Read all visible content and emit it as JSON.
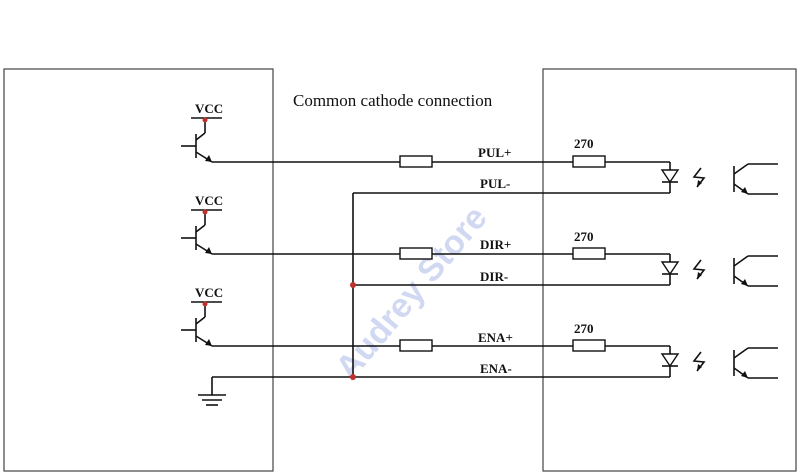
{
  "title": "Common cathode connection",
  "watermark": "Audrey Store",
  "vcc_label": "VCC",
  "resistor_value": "270",
  "channels": [
    {
      "pos_label": "PUL+",
      "neg_label": "PUL-"
    },
    {
      "pos_label": "DIR+",
      "neg_label": "DIR-"
    },
    {
      "pos_label": "ENA+",
      "neg_label": "ENA-"
    }
  ],
  "colors": {
    "junction": "#c0302a",
    "watermark": "#c9d2f0"
  }
}
